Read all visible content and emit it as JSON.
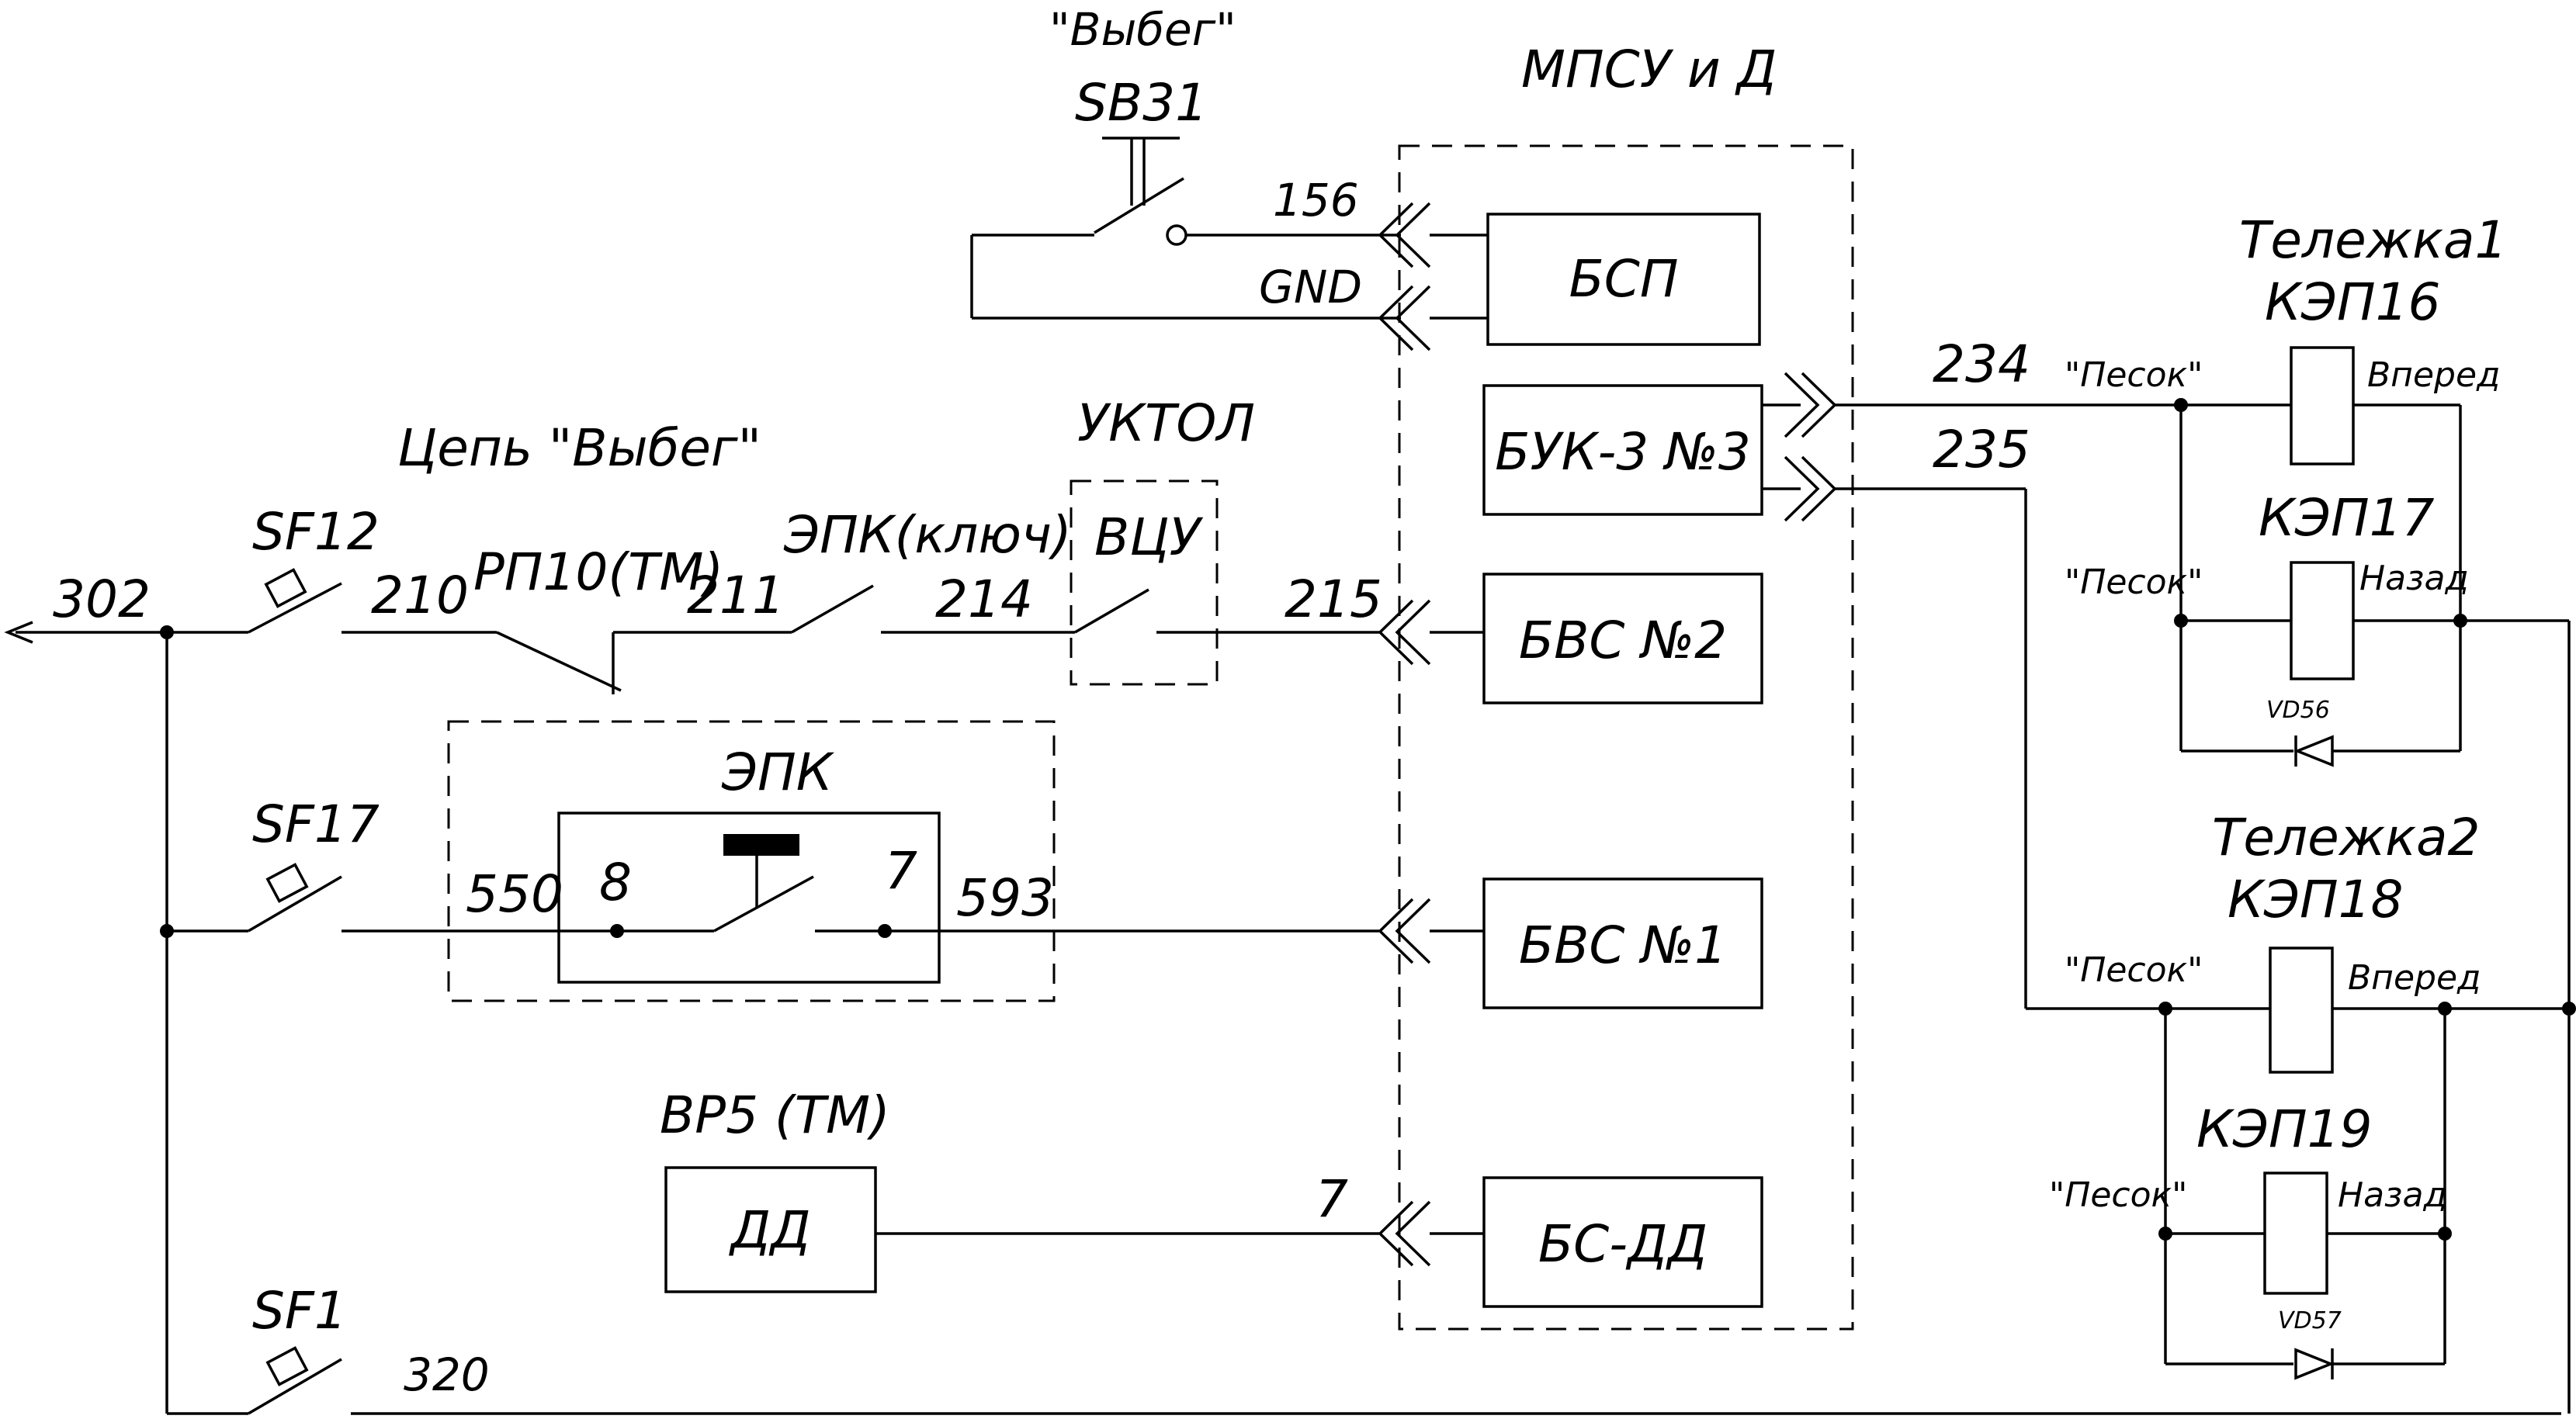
{
  "title": "МПСУ и Д",
  "switches": {
    "sb31_name": "\"Выбег\"",
    "sb31_label": "SB31",
    "sf12": "SF12",
    "sf17": "SF17",
    "sf1": "SF1",
    "rp10": "РП10(ТМ)",
    "epk_key": "ЭПК(ключ)",
    "vcu": "ВЦУ",
    "uktol": "УКТОЛ"
  },
  "circuit_label": "Цепь \"Выбег\"",
  "wires": {
    "w156": "156",
    "gnd": "GND",
    "w302": "302",
    "w210": "210",
    "w211": "211",
    "w214": "214",
    "w215": "215",
    "w550": "550",
    "w593": "593",
    "w7": "7",
    "w320": "320",
    "w234": "234",
    "w235": "235"
  },
  "blocks": {
    "bsp": "БСП",
    "buk3": "БУК-3 №3",
    "bvs2": "БВС №2",
    "bvs1": "БВС №1",
    "bsdd": "БС-ДД"
  },
  "epk": {
    "title": "ЭПК",
    "pin8": "8",
    "pin7": "7"
  },
  "dd": {
    "title": "ВР5 (ТМ)",
    "label": "ДД"
  },
  "bogie1": {
    "title": "Тележка1",
    "coil_a": "КЭП16",
    "coil_b": "КЭП17",
    "sand_a": "\"Песок\"",
    "sand_b": "\"Песок\"",
    "fwd": "Вперед",
    "back": "Назад",
    "diode": "VD56"
  },
  "bogie2": {
    "title": "Тележка2",
    "coil_a": "КЭП18",
    "coil_b": "КЭП19",
    "sand_a": "\"Песок\"",
    "sand_b": "\"Песок\"",
    "fwd": "Вперед",
    "back": "Назад",
    "diode": "VD57"
  }
}
